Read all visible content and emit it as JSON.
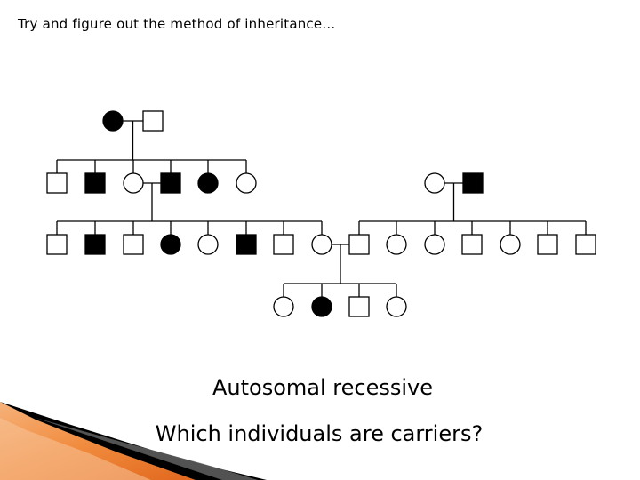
{
  "slide": {
    "heading": "Try and figure out the method of inheritance…",
    "answer": "Autosomal recessive",
    "question": "Which individuals are carriers?"
  },
  "pedigree": {
    "legend_colors": {
      "affected": "#000000",
      "unaffected": "#ffffff",
      "line": "#000000"
    },
    "generations": [
      {
        "id": "I",
        "individuals": [
          {
            "id": "I-1",
            "sex": "female",
            "affected": true
          },
          {
            "id": "I-2",
            "sex": "male",
            "affected": false
          }
        ]
      },
      {
        "id": "II",
        "individuals": [
          {
            "id": "II-1",
            "sex": "male",
            "affected": false
          },
          {
            "id": "II-2",
            "sex": "male",
            "affected": true
          },
          {
            "id": "II-3",
            "sex": "female",
            "affected": false
          },
          {
            "id": "II-4",
            "sex": "male",
            "affected": true
          },
          {
            "id": "II-5",
            "sex": "female",
            "affected": true
          },
          {
            "id": "II-6",
            "sex": "female",
            "affected": false
          },
          {
            "id": "II-7",
            "sex": "female",
            "affected": false
          },
          {
            "id": "II-8",
            "sex": "male",
            "affected": true
          }
        ]
      },
      {
        "id": "III",
        "individuals": [
          {
            "id": "III-1",
            "sex": "male",
            "affected": false
          },
          {
            "id": "III-2",
            "sex": "male",
            "affected": true
          },
          {
            "id": "III-3",
            "sex": "male",
            "affected": false
          },
          {
            "id": "III-4",
            "sex": "female",
            "affected": true
          },
          {
            "id": "III-5",
            "sex": "female",
            "affected": false
          },
          {
            "id": "III-6",
            "sex": "male",
            "affected": true
          },
          {
            "id": "III-7",
            "sex": "male",
            "affected": false
          },
          {
            "id": "III-8",
            "sex": "female",
            "affected": false
          },
          {
            "id": "III-9",
            "sex": "male",
            "affected": false
          },
          {
            "id": "III-10",
            "sex": "female",
            "affected": false
          },
          {
            "id": "III-11",
            "sex": "female",
            "affected": false
          },
          {
            "id": "III-12",
            "sex": "male",
            "affected": false
          },
          {
            "id": "III-13",
            "sex": "female",
            "affected": false
          },
          {
            "id": "III-14",
            "sex": "male",
            "affected": false
          },
          {
            "id": "III-15",
            "sex": "male",
            "affected": false
          }
        ]
      },
      {
        "id": "IV",
        "individuals": [
          {
            "id": "IV-1",
            "sex": "female",
            "affected": false
          },
          {
            "id": "IV-2",
            "sex": "female",
            "affected": true
          },
          {
            "id": "IV-3",
            "sex": "male",
            "affected": false
          },
          {
            "id": "IV-4",
            "sex": "female",
            "affected": false
          }
        ]
      }
    ],
    "matings": [
      {
        "partners": [
          "I-1",
          "I-2"
        ],
        "children": [
          "II-1",
          "II-2",
          "II-3",
          "II-4",
          "II-5",
          "II-6"
        ]
      },
      {
        "partners": [
          "II-3",
          "II-4"
        ],
        "children": [
          "III-1",
          "III-2",
          "III-3",
          "III-4",
          "III-5",
          "III-6",
          "III-7",
          "III-8"
        ]
      },
      {
        "partners": [
          "II-7",
          "II-8"
        ],
        "children": [
          "III-9",
          "III-10",
          "III-11",
          "III-12",
          "III-13",
          "III-14",
          "III-15"
        ]
      },
      {
        "partners": [
          "III-8",
          "III-9"
        ],
        "children": [
          "IV-1",
          "IV-2",
          "IV-3",
          "IV-4"
        ]
      }
    ]
  }
}
